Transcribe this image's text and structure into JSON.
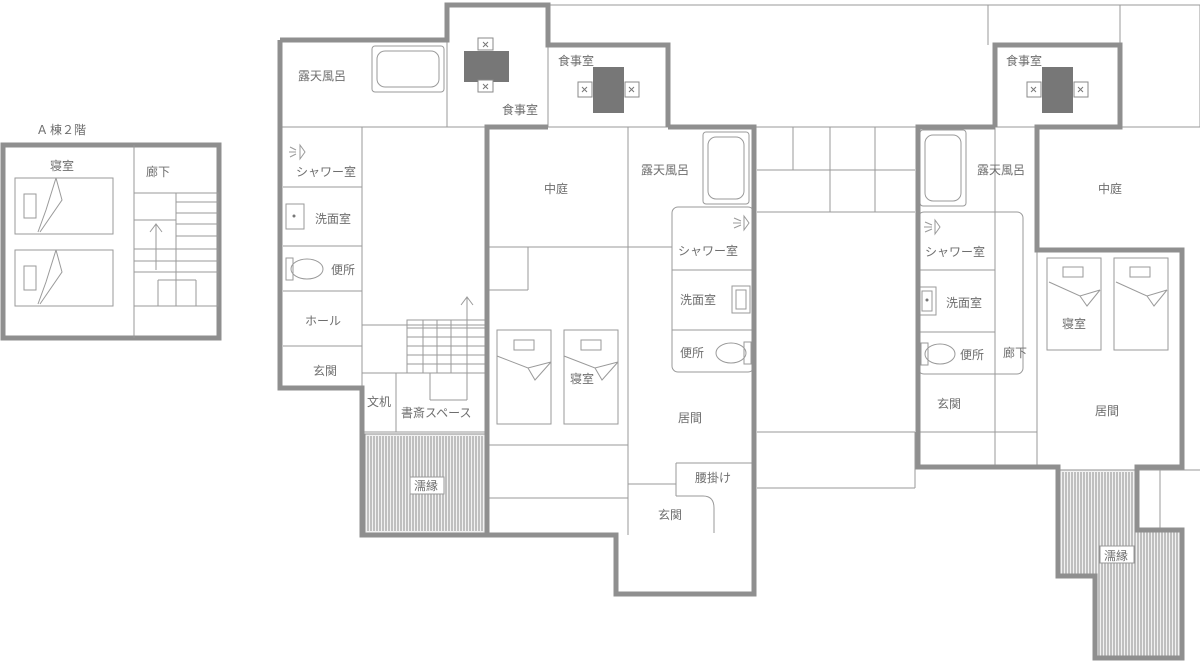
{
  "floor_title": "A 棟２階",
  "labels": {
    "annex_bedroom": "寝室",
    "annex_corridor": "廊下",
    "u1_bath": "露天風呂",
    "u1_dining": "食事室",
    "u1_shower": "シャワー室",
    "u1_washroom": "洗面室",
    "u1_toilet": "便所",
    "u1_hall": "ホール",
    "u1_entrance": "玄関",
    "u1_desk": "文机",
    "u1_study": "書斎スペース",
    "u1_veranda": "濡縁",
    "u2_dining": "食事室",
    "u2_courtyard": "中庭",
    "u2_bath": "露天風呂",
    "u2_shower": "シャワー室",
    "u2_washroom": "洗面室",
    "u2_toilet": "便所",
    "u2_bedroom": "寝室",
    "u2_living": "居間",
    "u2_bench": "腰掛け",
    "u2_entrance": "玄関",
    "u3_dining": "食事室",
    "u3_bath": "露天風呂",
    "u3_courtyard": "中庭",
    "u3_shower": "シャワー室",
    "u3_washroom": "洗面室",
    "u3_toilet": "便所",
    "u3_corridor": "廊下",
    "u3_entrance": "玄関",
    "u3_bedroom": "寝室",
    "u3_living": "居間",
    "u3_veranda": "濡縁"
  },
  "colors": {
    "wall": "#8f8f8f",
    "line": "#9a9a9a",
    "text": "#6e6e6e",
    "table": "#777777"
  }
}
